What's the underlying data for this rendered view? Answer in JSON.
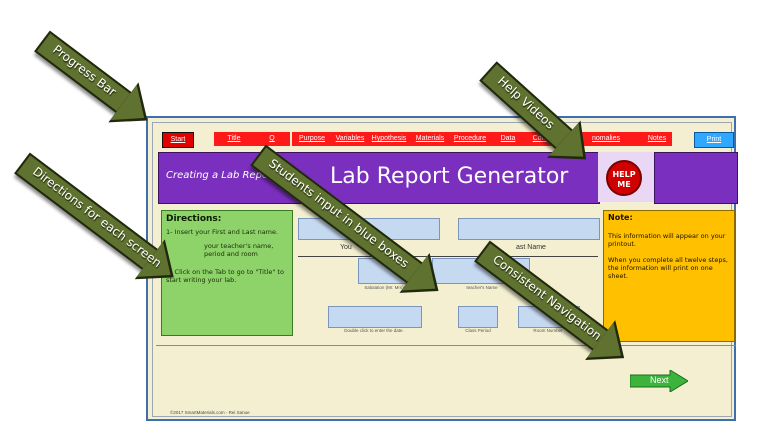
{
  "app": {
    "banner_subtitle": "Creating a Lab Repo",
    "banner_title": "Lab Report Generator",
    "help_label_1": "HELP",
    "help_label_2": "ME"
  },
  "nav": {
    "tabs": [
      {
        "label": "Start"
      },
      {
        "label": "Title"
      },
      {
        "label": "Q"
      },
      {
        "label": "Purpose"
      },
      {
        "label": "Variables"
      },
      {
        "label": "Hypothesis"
      },
      {
        "label": "Materials"
      },
      {
        "label": "Procedure"
      },
      {
        "label": "Data"
      },
      {
        "label": "Conclusio"
      },
      {
        "label": "nomalies"
      },
      {
        "label": "Notes"
      },
      {
        "label": "Print"
      }
    ]
  },
  "directions": {
    "title": "Directions:",
    "step1": "1- Insert your First and Last name.",
    "step2": "your teacher's name, period and room",
    "step3": "3- Click on the Tab to go to \"Title\" to start writing your lab."
  },
  "form": {
    "label_your": "You",
    "label_last_name": "ast Name",
    "hint_salutation": "Salutation (Mr. Mrs)",
    "hint_teacher": "teacher's Name",
    "hint_date": "Double click to enter the date.",
    "hint_class_period": "Class Period",
    "hint_room": "Room Number"
  },
  "note": {
    "title": "Note:",
    "line1": "This information will appear on your printout.",
    "line2": "When you complete all twelve steps, the information will print on one sheet."
  },
  "next_label": "Next",
  "footer": "©2017 SmartMaterials.com - Rei Sanue",
  "annotations": [
    {
      "label": "Progress Bar"
    },
    {
      "label": "Directions for each screen"
    },
    {
      "label": "Students input in blue boxes"
    },
    {
      "label": "Help Videos"
    },
    {
      "label": "Consistent Navigation"
    }
  ],
  "colors": {
    "arrow_fill": "#5f7230",
    "banner": "#7b2fbe",
    "tab_red": "#ff1a1a",
    "directions": "#8ed26a",
    "note": "#ffc000",
    "input_blue": "#c5d9f1",
    "next_green": "#3cb43c"
  }
}
